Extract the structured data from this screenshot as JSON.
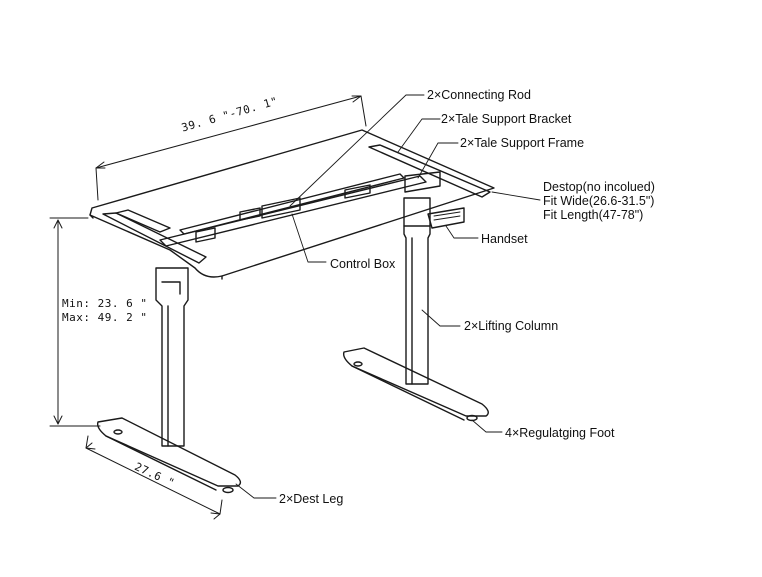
{
  "labels": {
    "connecting_rod": "2×Connecting Rod",
    "support_bracket": "2×Tale Support Bracket",
    "support_frame": "2×Tale Support Frame",
    "desktop_line1": "Destop(no incolued)",
    "desktop_line2": "Fit Wide(26.6-31.5\")",
    "desktop_line3": "Fit Length(47-78\")",
    "handset": "Handset",
    "control_box": "Control Box",
    "lifting_column": "2×Lifting Column",
    "regulating_foot": "4×Regulatging Foot",
    "desk_leg": "2×Dest Leg"
  },
  "dimensions": {
    "length": "39. 6 \"-70. 1\"",
    "height_min": "Min: 23. 6 \"",
    "height_max": "Max: 49. 2 \"",
    "depth": "27.6 \""
  }
}
